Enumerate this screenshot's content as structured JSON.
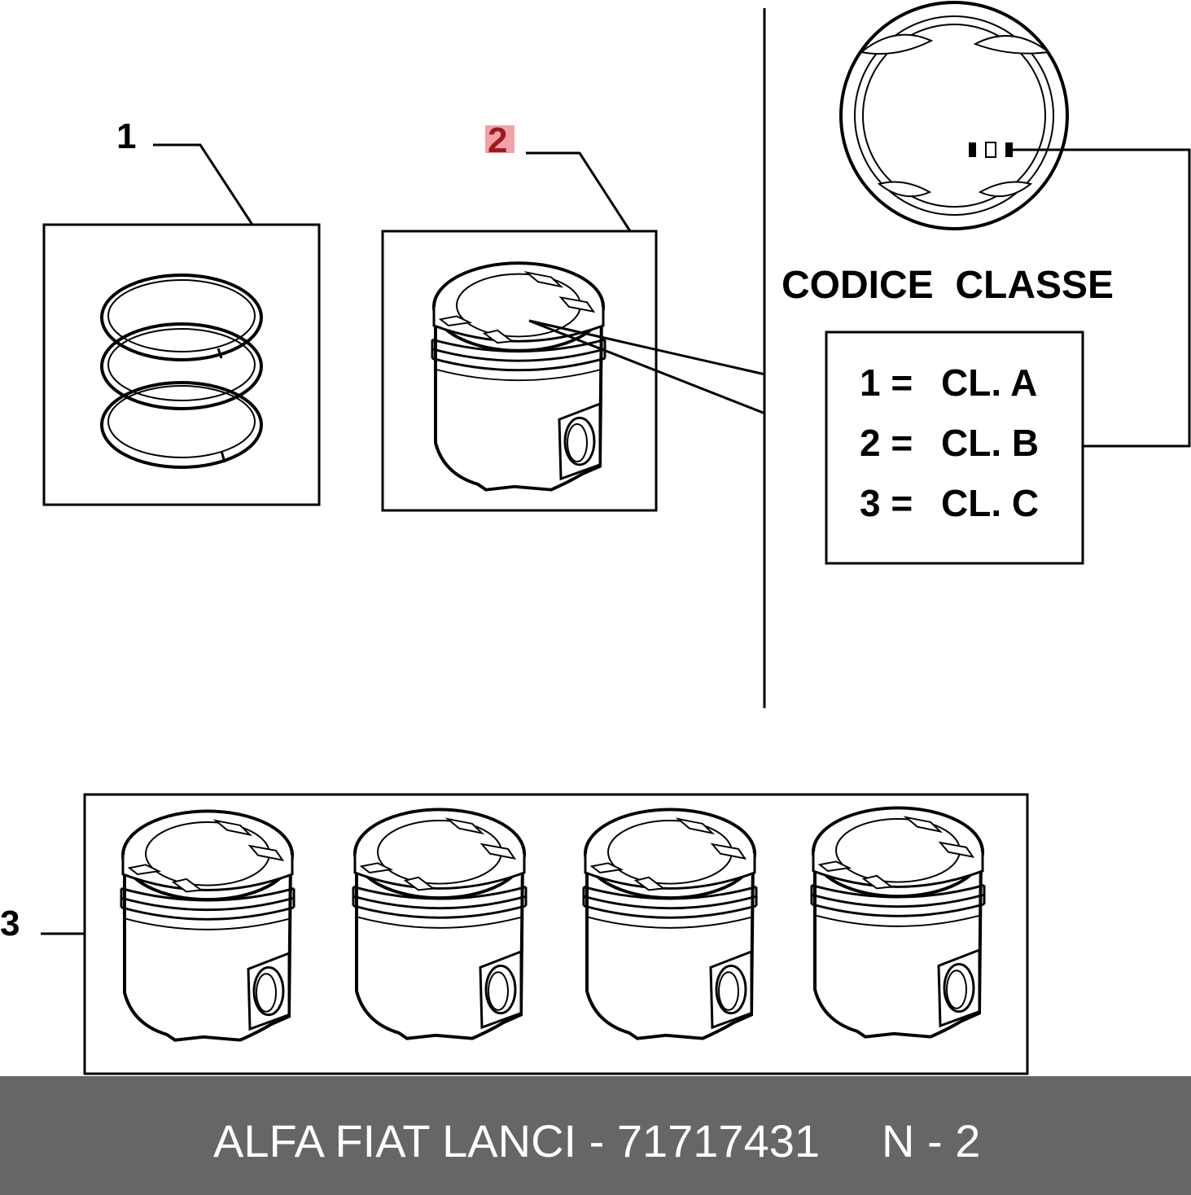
{
  "callouts": {
    "item_1": "1",
    "item_2": "2",
    "item_3": "3"
  },
  "class_code": {
    "heading": "CODICE  CLASSE",
    "rows": [
      {
        "code": "1 =",
        "class": "CL. A"
      },
      {
        "code": "2 =",
        "class": "CL. B"
      },
      {
        "code": "3 =",
        "class": "CL. C"
      }
    ]
  },
  "footer": {
    "title": "ALFA FIAT LANCI - 71717431",
    "page": "N - 2"
  },
  "colors": {
    "highlight": "#f4a0a8",
    "highlight_text": "#9b1b1b",
    "footer_background": "#666666",
    "footer_text": "#ffffff"
  }
}
